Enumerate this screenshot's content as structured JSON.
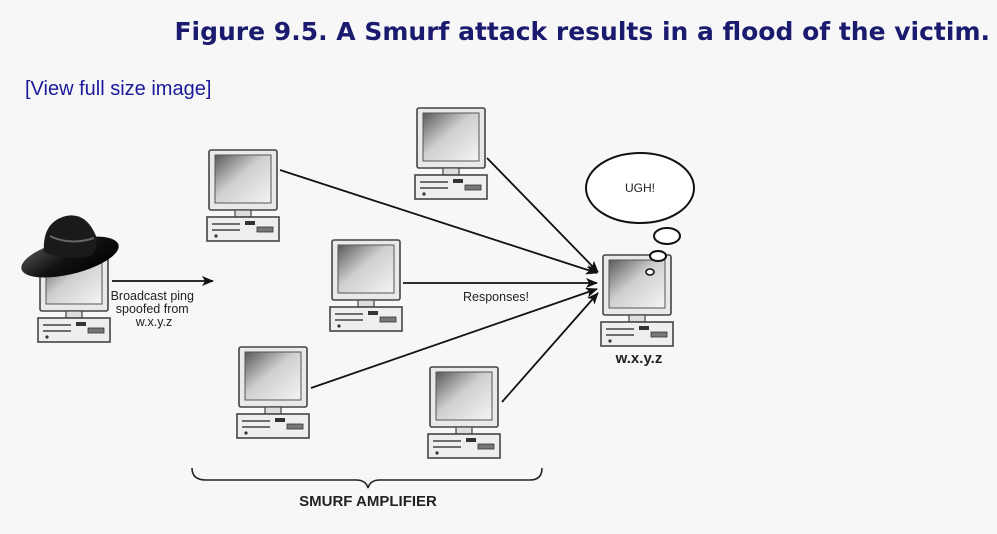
{
  "figure": {
    "title": "Figure 9.5. A Smurf attack results in a flood of the victim.",
    "view_link": "[View full size image]"
  },
  "diagram": {
    "attacker_label_lines": [
      "Broadcast ping",
      "spoofed from",
      "w.x.y.z"
    ],
    "responses_label": "Responses!",
    "thought_bubble_text": "UGH!",
    "victim_label": "w.x.y.z",
    "amplifier_label": "SMURF AMPLIFIER",
    "colors": {
      "title": "#1a1a6e",
      "link": "#1a1a9a",
      "background": "#f7f7f7",
      "lines": "#111111"
    }
  }
}
